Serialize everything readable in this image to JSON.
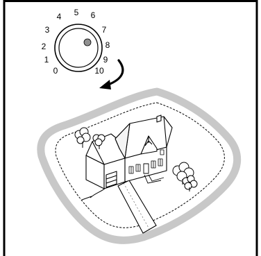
{
  "dial": {
    "scale_labels": [
      "0",
      "1",
      "2",
      "3",
      "4",
      "5",
      "6",
      "7",
      "8",
      "9",
      "10"
    ],
    "knob_setting": "8",
    "rotation_arrow": "clockwise"
  },
  "scene": {
    "subject": "house with yard enclosed by a boundary wire",
    "wire_style": "dashed",
    "icons": [
      "rotary-dial-icon",
      "rotation-arrow-icon",
      "house-icon",
      "tree-icon",
      "boundary-wire-icon",
      "driveway-icon"
    ]
  },
  "colors": {
    "line": "#000000",
    "border_band": "#c8c8c8",
    "knob_dot": "#909090",
    "background": "#ffffff"
  }
}
